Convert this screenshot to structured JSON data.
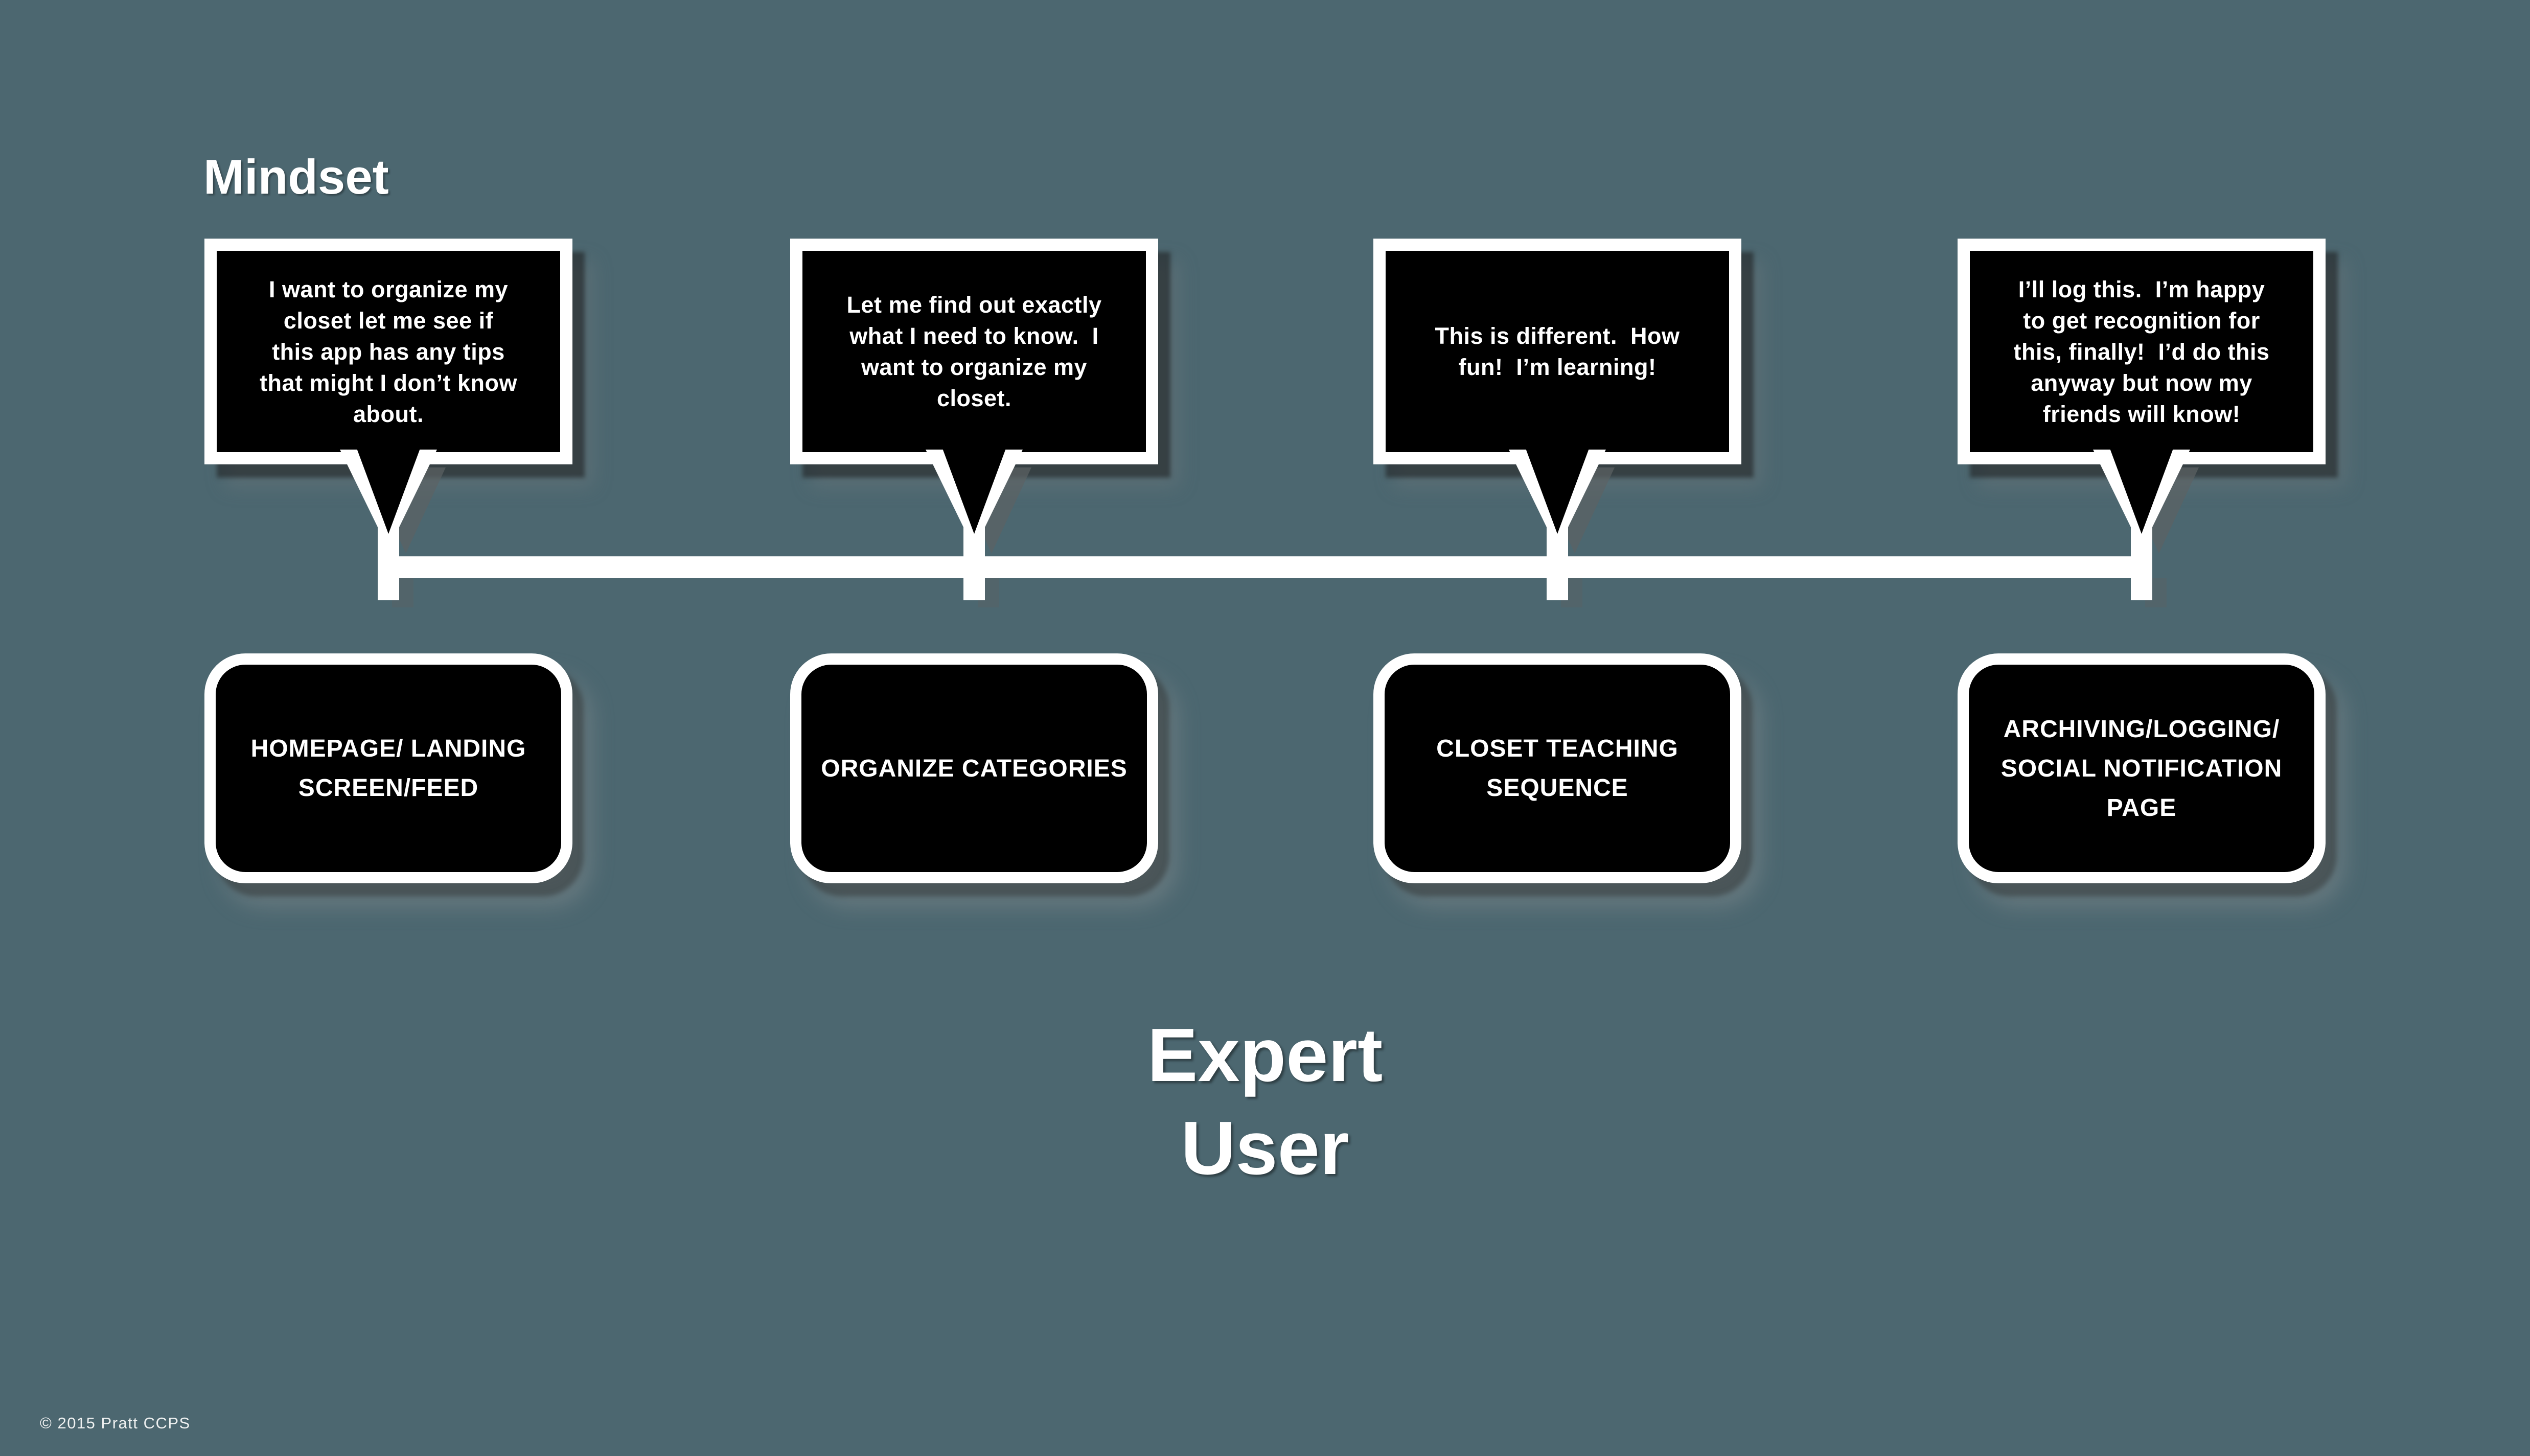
{
  "title": "Mindset",
  "persona": "Expert\nUser",
  "copyright": "© 2015 Pratt CCPS",
  "colors": {
    "background": "#4C6770",
    "panel_fill": "#000000",
    "panel_border": "#FFFFFF",
    "text": "#FFFFFF",
    "timeline": "#FFFFFF"
  },
  "columns": {
    "0": {
      "thought": "I want to organize my\ncloset let me see if\nthis app has any tips\nthat might I don’t know\nabout.",
      "stage": "HOMEPAGE/ LANDING\nSCREEN/FEED"
    },
    "1": {
      "thought": "Let me find out exactly\nwhat I need to know.  I\nwant to organize my\ncloset.",
      "stage": "ORGANIZE CATEGORIES"
    },
    "2": {
      "thought": "This is different.  How\nfun!  I’m learning!",
      "stage": "CLOSET TEACHING\nSEQUENCE"
    },
    "3": {
      "thought": "I’ll log this.  I’m happy\nto get recognition for\nthis, finally!  I’d do this\nanyway but now my\nfriends will know!",
      "stage": "ARCHIVING/LOGGING/\nSOCIAL NOTIFICATION\nPAGE"
    }
  }
}
